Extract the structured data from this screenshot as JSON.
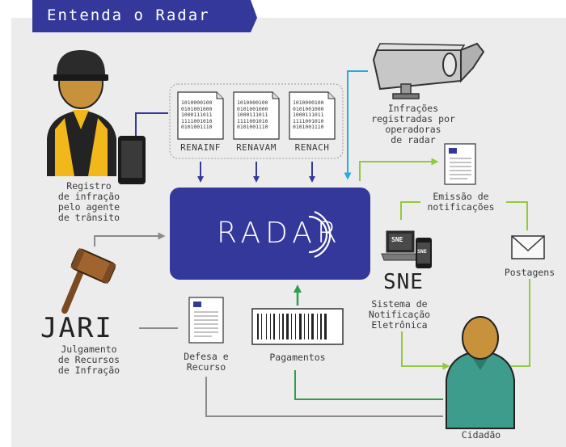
{
  "title": "Entenda o Radar",
  "center": {
    "label": "RADAR"
  },
  "systems": [
    "RENAINF",
    "RENAVAM",
    "RENACH"
  ],
  "binary": "1010000100\n0101001000\n1000111011\n1111001010\n0101001110",
  "nodes": {
    "agente": "Registro\nde infração\npelo agente\nde trânsito",
    "camera": "Infrações\nregistradas por\noperadoras\nde radar",
    "emissao": "Emissão de\nnotificações",
    "postagens": "Postagens",
    "sne_acronym": "SNE",
    "sne_desc": "Sistema de\nNotificação\nEletrônica",
    "sne_screen": "SNE",
    "cidadao": "Cidadão",
    "pagamentos": "Pagamentos",
    "defesa": "Defesa e\nRecurso",
    "jari_acronym": "JARI",
    "jari_desc": "Julgamento\nde Recursos\nde Infração"
  },
  "colors": {
    "navy": "#34389b",
    "panel": "#ececec",
    "arrow_gray": "#8a8a8a",
    "arrow_green": "#94c83d",
    "arrow_dkgreen": "#2f9e4a",
    "arrow_blue": "#2aa9e0",
    "skin": "#c8923c",
    "vest": "#f2b81b",
    "shirt": "#3e9c8c"
  }
}
